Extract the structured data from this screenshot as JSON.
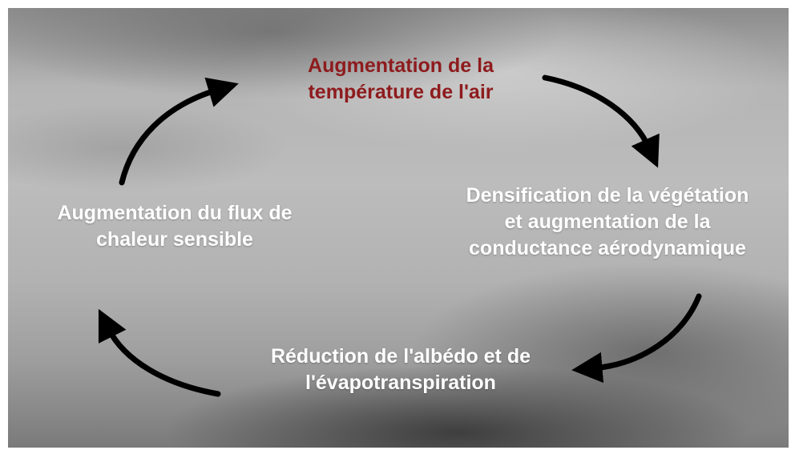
{
  "diagram": {
    "nodes": [
      {
        "id": "top",
        "lines": [
          "Augmentation de la",
          "température de l'air"
        ]
      },
      {
        "id": "right",
        "lines": [
          "Densification de la végétation",
          "et augmentation de la",
          "conductance aérodynamique"
        ]
      },
      {
        "id": "bottom",
        "lines": [
          "Réduction de l'albédo et de",
          "l'évapotranspiration"
        ]
      },
      {
        "id": "left",
        "lines": [
          "Augmentation du flux de",
          "chaleur sensible"
        ]
      }
    ],
    "edges": [
      {
        "from": "top",
        "to": "right"
      },
      {
        "from": "right",
        "to": "bottom"
      },
      {
        "from": "bottom",
        "to": "left"
      },
      {
        "from": "left",
        "to": "top"
      }
    ]
  },
  "colors": {
    "highlight_text": "#8e1b1d",
    "normal_text": "#ffffff",
    "arrow": "#000000"
  }
}
